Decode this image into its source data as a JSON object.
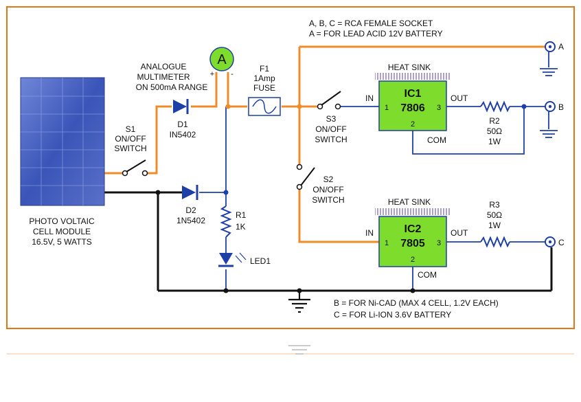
{
  "notes": {
    "sockets_line1": "A, B, C = RCA FEMALE SOCKET",
    "sockets_line2": "A = FOR LEAD ACID 12V BATTERY",
    "b_note": "B = FOR Ni-CAD (MAX 4 CELL, 1.2V EACH)",
    "c_note": "C = FOR Li-ION 3.6V BATTERY"
  },
  "solar": {
    "line1": "PHOTO VOLTAIC",
    "line2": "CELL MODULE",
    "line3": "16.5V, 5 WATTS"
  },
  "s1": {
    "name": "S1",
    "line1": "ON/OFF",
    "line2": "SWITCH"
  },
  "s2": {
    "name": "S2",
    "line1": "ON/OFF",
    "line2": "SWITCH"
  },
  "s3": {
    "name": "S3",
    "line1": "ON/OFF",
    "line2": "SWITCH"
  },
  "d1": {
    "name": "D1",
    "part": "IN5402"
  },
  "d2": {
    "name": "D2",
    "part": "1N5402"
  },
  "meter": {
    "symbol": "A",
    "line1": "ANALOGUE",
    "line2": "MULTIMETER",
    "line3": "ON 500mA RANGE",
    "plus": "+",
    "minus": "-"
  },
  "f1": {
    "name": "F1",
    "rating": "1Amp",
    "type": "FUSE"
  },
  "r1": {
    "name": "R1",
    "value": "1K"
  },
  "r2": {
    "name": "R2",
    "value": "50Ω",
    "power": "1W"
  },
  "r3": {
    "name": "R3",
    "value": "50Ω",
    "power": "1W"
  },
  "led": {
    "name": "LED1"
  },
  "ic1": {
    "name": "IC1",
    "part": "7806",
    "heatsink": "HEAT SINK",
    "in": "IN",
    "out": "OUT",
    "com": "COM",
    "pin1": "1",
    "pin2": "2",
    "pin3": "3"
  },
  "ic2": {
    "name": "IC2",
    "part": "7805",
    "heatsink": "HEAT SINK",
    "in": "IN",
    "out": "OUT",
    "com": "COM",
    "pin1": "1",
    "pin2": "2",
    "pin3": "3"
  },
  "sockets": {
    "a": "A",
    "b": "B",
    "c": "C"
  },
  "colors": {
    "border": "#e07818",
    "positive_wire": "#f08c28",
    "wire": "#1f3fa8",
    "ground_wire": "#111111",
    "ic_fill": "#7edc2c",
    "meter_fill": "#7edc2c",
    "panel_fill": "#3a55b8"
  }
}
